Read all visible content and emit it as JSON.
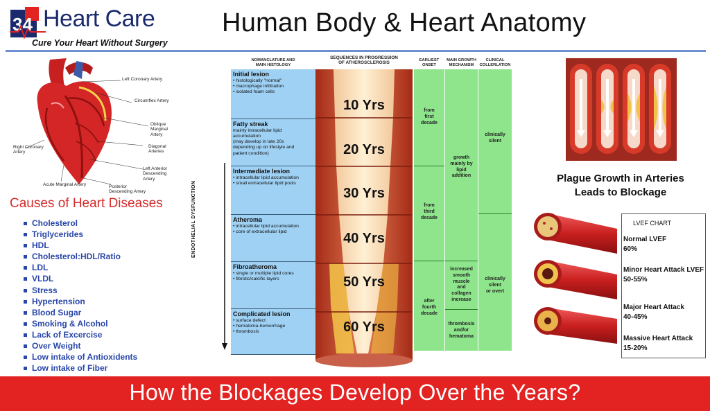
{
  "brand": {
    "logo_text": "34",
    "name": "Heart Care",
    "tagline": "Cure Your Heart Without Surgery"
  },
  "title": "Human Body & Heart Anatomy",
  "heart_labels": {
    "left_coronary": "Left Coronary Artery",
    "circumflex": "Circumflex Artery",
    "oblique_marginal": "Oblique\nMarginal\nArtery",
    "diagonal": "Diagonal\nArteries",
    "lad": "Left Anterior\nDescending\nArtery",
    "right_coronary": "Right Coronary\nArtery",
    "acute_marginal": "Acute Marginal Artery",
    "posterior_descending": "Posterior\nDescending Artery"
  },
  "causes": {
    "title": "Causes of Heart Diseases",
    "items": [
      "Cholesterol",
      "Triglycerides",
      "HDL",
      "Cholesterol:HDL/Ratio",
      "LDL",
      "VLDL",
      "Stress",
      "Hypertension",
      "Blood Sugar",
      "Smoking & Alcohol",
      "Lack of Excercise",
      "Over Weight",
      "Low intake of Antioxidents",
      "Low intake of Fiber"
    ]
  },
  "diagram": {
    "headers": {
      "nomenclature": "NOMANCLATURE AND\nMAIN HISTOLOGY",
      "sequences": "SEQUENCES IN PROGRESSION\nOF ATHEROSCLEROSIS",
      "onset": "EARLIEST\nONSET",
      "growth": "MAIN GROWTH\nMECHANISM",
      "clinical": "CLINICAL\nCOLLERLATION"
    },
    "side_label": "ENDOTHELIAL    DYSFUNCTION",
    "stages": [
      {
        "name": "Initial lesion",
        "desc": "• histologically \"normal\"\n• macrophage infiltration\n• isolated foam cells",
        "years": "10 Yrs"
      },
      {
        "name": "Fatty streak",
        "desc": "mainly intracellular lipid\naccumulation\n(may develop in late 20s\ndepending up on lifestyle and\npatient condition)",
        "years": "20 Yrs"
      },
      {
        "name": "Intermediate lesion",
        "desc": "• intracellular lipid accumulation\n• small extracellular lipid pools",
        "years": "30 Yrs"
      },
      {
        "name": "Atheroma",
        "desc": "• intracellular lipid accumulation\n• core of extracellular lipid",
        "years": "40 Yrs"
      },
      {
        "name": "Fibroatheroma",
        "desc": "• single or multiple lipid cores\n• fibrotic/calcific layers",
        "years": "50 Yrs"
      },
      {
        "name": "Complicated lesion",
        "desc": "• surface defect\n• hematoma-hemorrhage\n• thrombosis",
        "years": "60 Yrs"
      }
    ],
    "onset": [
      "from\nfirst\ndecade",
      "from\nthird\ndecade",
      "after\nfourth\ndecade"
    ],
    "growth": [
      "growth\nmainly by\nlipid\naddition",
      "increased\nsmooth\nmuscle\nand\ncollagen\nincrease",
      "thrombosis\nand/or\nhematoma"
    ],
    "clinical": [
      "clinically\nsilent",
      "clinically\nsilent\nor overt"
    ]
  },
  "plaque_title": "Plague Growth in Arteries\nLeads to Blockage",
  "lvef": {
    "title": "LVEF CHART",
    "items": [
      {
        "label": "Normal LVEF",
        "value": "60%"
      },
      {
        "label": "Minor Heart Attack LVEF",
        "value": "50-55%"
      },
      {
        "label": "Major Heart Attack",
        "value": "40-45%"
      },
      {
        "label": "Massive Heart Attack",
        "value": "15-20%"
      }
    ]
  },
  "banner": "How the Blockages Develop Over the Years?",
  "colors": {
    "accent_red": "#e32222",
    "brand_navy": "#1a2a6c",
    "list_blue": "#2946a8",
    "stage_blue": "#9fd1f4",
    "stage_green": "#8ee58c"
  }
}
